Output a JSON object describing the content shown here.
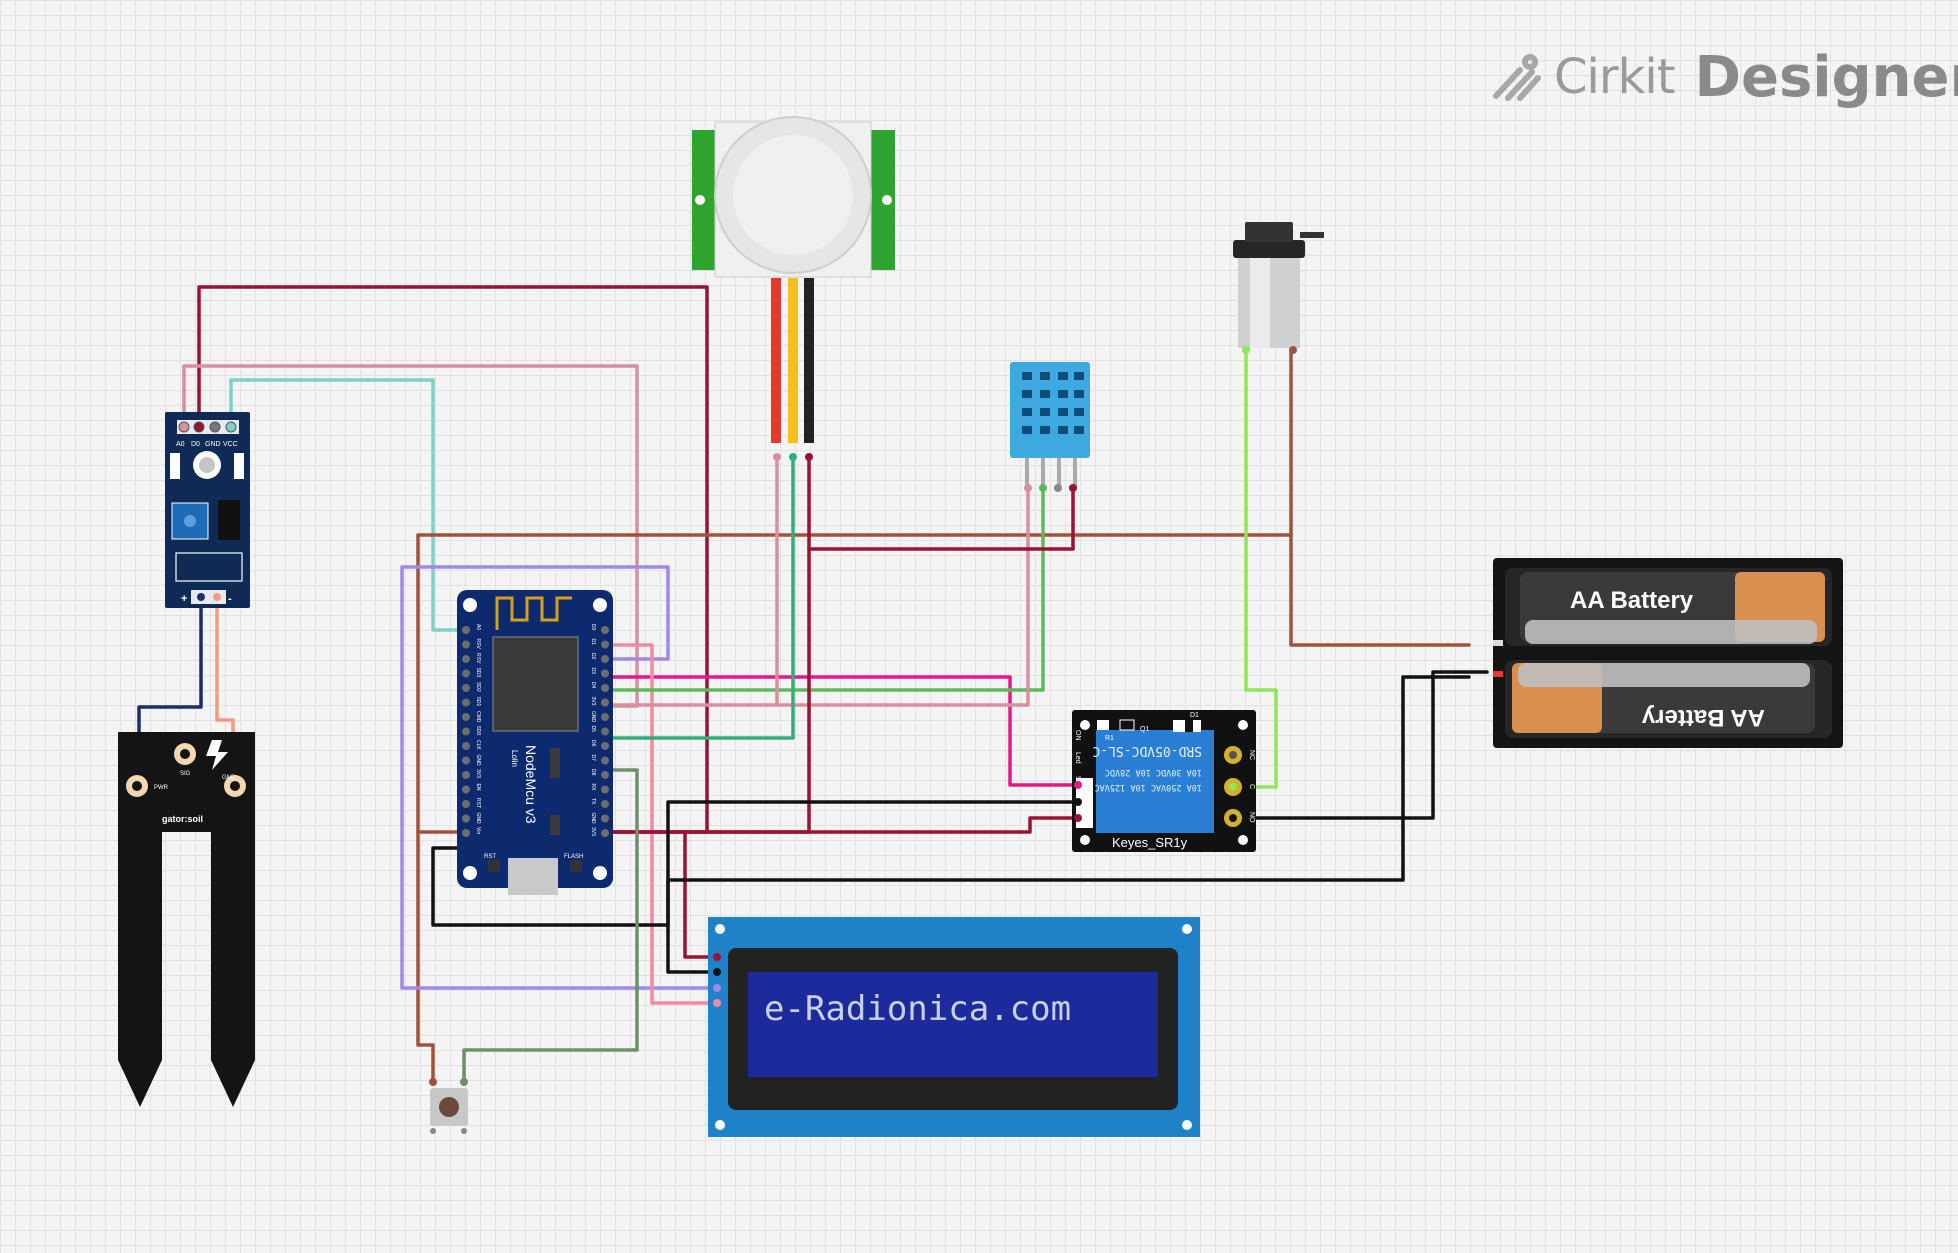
{
  "logo": {
    "brand": "Cirkit",
    "product": "Designer"
  },
  "components": {
    "soil_module": {
      "pins": [
        "A0",
        "D0",
        "GND",
        "VCC"
      ],
      "bottom_plus": "+",
      "bottom_minus": "-"
    },
    "soil_probe": {
      "name": "gator:soil",
      "pwr": "PWR",
      "sig": "SIG",
      "gnd": "GND"
    },
    "nodemcu": {
      "name": "NodeMcu v3",
      "vendor": "Lolin",
      "rst": "RST",
      "flash": "FLASH",
      "left_pins": [
        "A0",
        "RSV",
        "RSV",
        "SD3",
        "SD2",
        "SD1",
        "CMD",
        "SD0",
        "CLK",
        "GND",
        "3V3",
        "EN",
        "RST",
        "GND",
        "Vin"
      ],
      "right_pins": [
        "D0",
        "D1",
        "D2",
        "D3",
        "D4",
        "3V3",
        "GND",
        "D5",
        "D6",
        "D7",
        "D8",
        "RX",
        "TX",
        "GND",
        "3V3"
      ]
    },
    "battery": {
      "label_top": "AA Battery",
      "label_bottom": "AA Battery"
    },
    "relay": {
      "label": "Keyes_SR1y",
      "model": "SRD-05VDC-SL-C",
      "rating1": "10A 250VAC  10A 125VAC",
      "rating2": "10A 30VDC  10A 28VDC",
      "nc": "NC",
      "c": "C",
      "no": "NO",
      "d1": "D1",
      "r1": "R1",
      "q1": "Q1",
      "s": "S",
      "led": "Led",
      "on": "ON"
    },
    "lcd": {
      "text": "e-Radionica.com"
    }
  },
  "colors": {
    "wire_darkred": "#9b1233",
    "wire_pink": "#d98fa0",
    "wire_teal": "#7fd1c8",
    "wire_brown": "#a0533c",
    "wire_purple": "#a08ae6",
    "wire_magenta": "#e6198a",
    "wire_green": "#5cb85c",
    "wire_black": "#111111",
    "wire_lime": "#8ee65a",
    "wire_salmon": "#f49a84",
    "wire_navy": "#1b2f6b",
    "wire_sage": "#6f8f6a",
    "wire_sea": "#2fae7a"
  }
}
